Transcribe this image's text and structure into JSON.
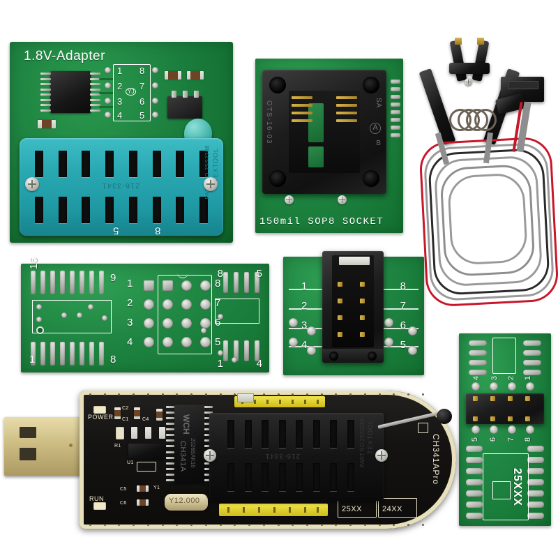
{
  "scene": {
    "title": "CH341A USB Programmer Kit",
    "background_color": "#ffffff",
    "pcb_green": "#1f8542",
    "pcb_black": "#141312",
    "gold": "#e8dcab",
    "zif_blue": "#29a8b2",
    "header_yellow": "#f2e44a"
  },
  "adapter18": {
    "name": "1.8V Adapter Board",
    "title": "1.8V-Adapter",
    "pin_left": [
      "1",
      "2",
      "3",
      "4"
    ],
    "pin_right": [
      "8",
      "7",
      "6",
      "5"
    ],
    "chip_mark": "YJ",
    "socket_text_lever": "TEXTOOL",
    "socket_text_part": "PART NO 2SS2288",
    "socket_text_mold": "216-3341",
    "bottom_marks": [
      "5",
      "8"
    ]
  },
  "sop8board": {
    "name": "150mil SOP8 Socket Board",
    "caption": "150mil SOP8 SOCKET",
    "socket_left_mark": "OTS-16-03",
    "socket_right_mark": "SA",
    "socket_letter": "A",
    "socket_mark_b": "B"
  },
  "testclip": {
    "name": "SOIC8 SOP8 Test Clip",
    "wire_colors": [
      "#c8162a",
      "#9a9a9a",
      "#2a2a2a"
    ],
    "connector_label": ""
  },
  "sopadapter": {
    "name": "SOP16 / SOP8 / DIP Adapter Board",
    "left_section": {
      "top_left": "16",
      "top_right": "9",
      "bottom_left": "1",
      "bottom_right": "8"
    },
    "middle_section": {
      "left_pins": [
        "1",
        "2",
        "3",
        "4"
      ],
      "right_pins": [
        "8",
        "7",
        "6",
        "5"
      ]
    },
    "right_section": {
      "top_left": "8",
      "top_right": "5",
      "bottom_left": "1",
      "bottom_right": "4"
    }
  },
  "idcboard": {
    "name": "IDC-10 Connector Adapter Board",
    "left_pins": [
      "1",
      "2",
      "3",
      "4"
    ],
    "right_pins": [
      "8",
      "7",
      "6",
      "5"
    ],
    "connector_type": "IDC box header"
  },
  "board25xxx": {
    "name": "25XXX SOP Adapter Board",
    "silk_label": "25XXX",
    "top_pins": [
      "4",
      "3",
      "2",
      "1"
    ],
    "bottom_pins": [
      "5",
      "6",
      "7",
      "8"
    ]
  },
  "usbprog": {
    "name": "CH341A USB Programmer",
    "board_label": "CH341APro",
    "chip_label": "CH341A",
    "chip_vendor": "WCH",
    "chip_datecode": "2026BAK16",
    "crystal_label": "Y12.000",
    "led_power": "POWER",
    "led_run": "RUN",
    "socket_family_1": "25XX",
    "socket_family_2": "24XX",
    "zif_text_lever": "TEXTOOL",
    "zif_text_part": "PART NO 2SS2288",
    "zif_text_mold": "216-3341",
    "designators": [
      "C1",
      "C2",
      "C4",
      "C5",
      "C6",
      "R1",
      "U1",
      "Y1"
    ]
  }
}
